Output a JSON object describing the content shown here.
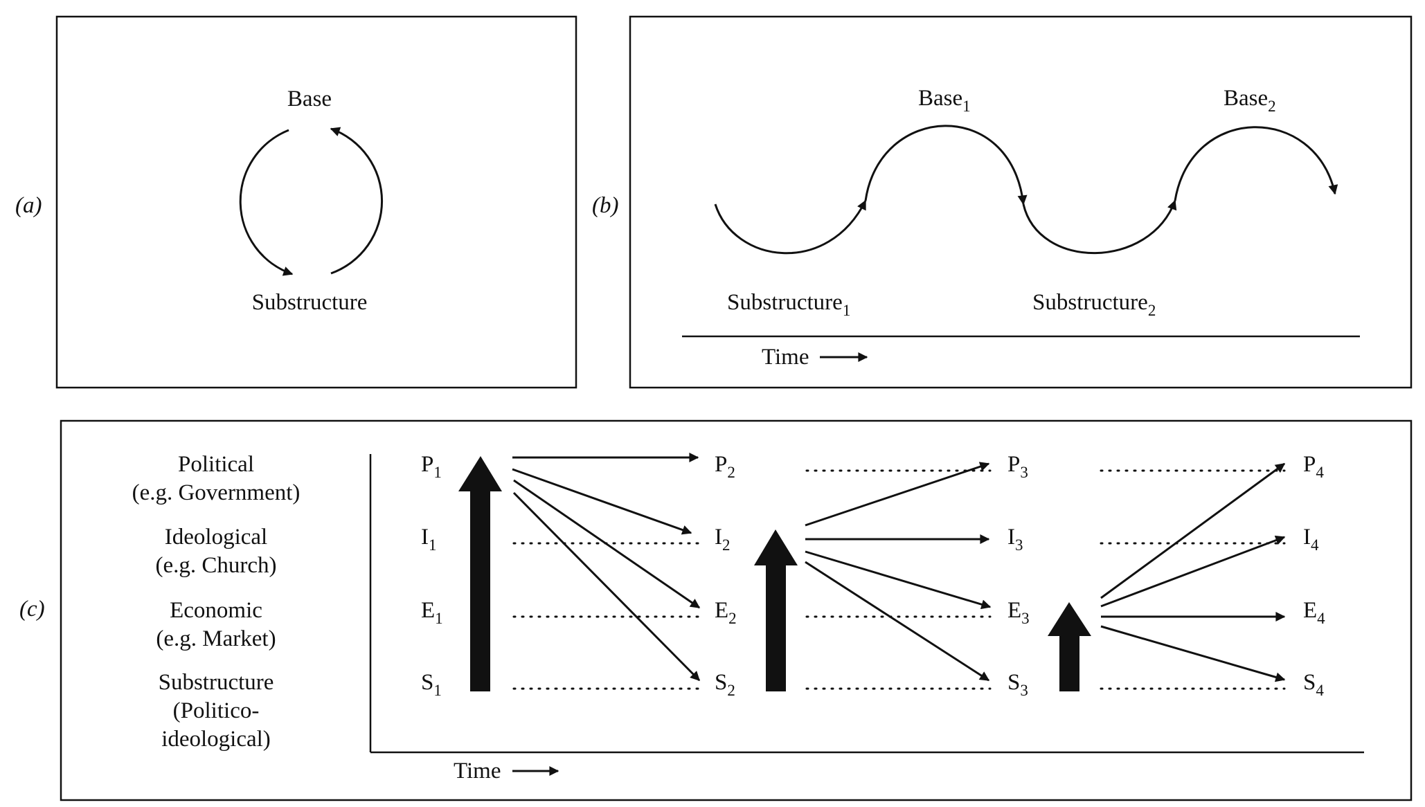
{
  "panel_a": {
    "tag": "(a)",
    "top_label": "Base",
    "bottom_label": "Substructure"
  },
  "panel_b": {
    "tag": "(b)",
    "base1": "Base",
    "base1_sub": "1",
    "base2": "Base",
    "base2_sub": "2",
    "sub1": "Substructure",
    "sub1_sub": "1",
    "sub2": "Substructure",
    "sub2_sub": "2",
    "time_label": "Time"
  },
  "panel_c": {
    "tag": "(c)",
    "rows": [
      {
        "line1": "Political",
        "line2": "(e.g. Government)",
        "line3": ""
      },
      {
        "line1": "Ideological",
        "line2": "(e.g. Church)",
        "line3": ""
      },
      {
        "line1": "Economic",
        "line2": "(e.g. Market)",
        "line3": ""
      },
      {
        "line1": "Substructure",
        "line2": "(Politico-",
        "line3": "ideological)"
      }
    ],
    "nodes": [
      {
        "letter": "P",
        "sub": "1"
      },
      {
        "letter": "I",
        "sub": "1"
      },
      {
        "letter": "E",
        "sub": "1"
      },
      {
        "letter": "S",
        "sub": "1"
      },
      {
        "letter": "P",
        "sub": "2"
      },
      {
        "letter": "I",
        "sub": "2"
      },
      {
        "letter": "E",
        "sub": "2"
      },
      {
        "letter": "S",
        "sub": "2"
      },
      {
        "letter": "P",
        "sub": "3"
      },
      {
        "letter": "I",
        "sub": "3"
      },
      {
        "letter": "E",
        "sub": "3"
      },
      {
        "letter": "S",
        "sub": "3"
      },
      {
        "letter": "P",
        "sub": "4"
      },
      {
        "letter": "I",
        "sub": "4"
      },
      {
        "letter": "E",
        "sub": "4"
      },
      {
        "letter": "S",
        "sub": "4"
      }
    ],
    "time_label": "Time"
  }
}
